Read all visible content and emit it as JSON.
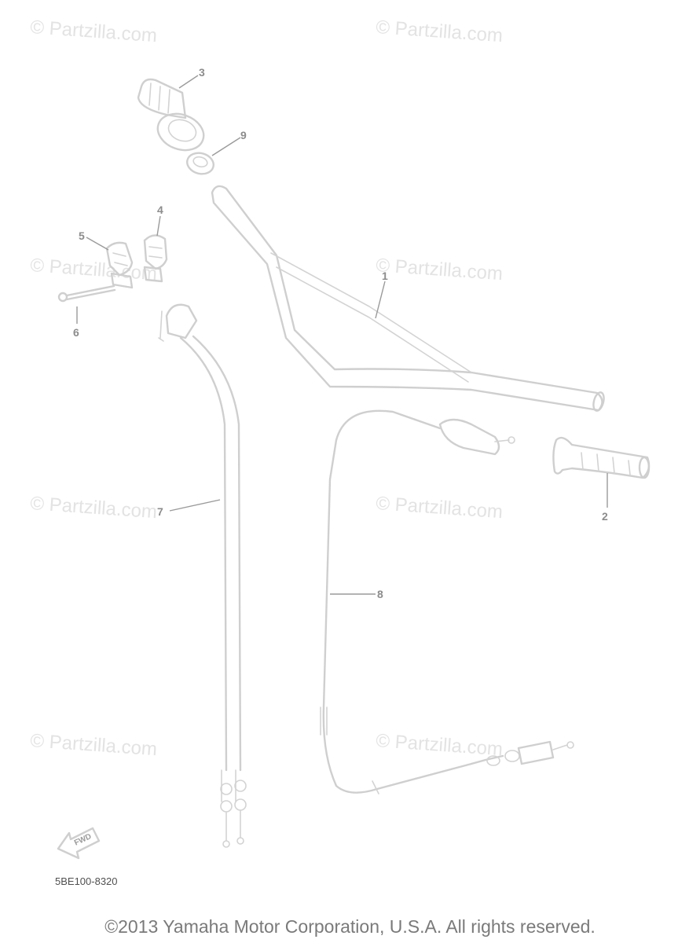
{
  "watermark": "© Partzilla.com",
  "callouts": {
    "c1": "1",
    "c2": "2",
    "c3": "3",
    "c4": "4",
    "c5": "5",
    "c6": "6",
    "c7": "7",
    "c8": "8",
    "c9": "9"
  },
  "forward_label": "FWD",
  "diagram_code": "5BE100-8320",
  "copyright": "©2013 Yamaha Motor Corporation, U.S.A. All rights reserved."
}
